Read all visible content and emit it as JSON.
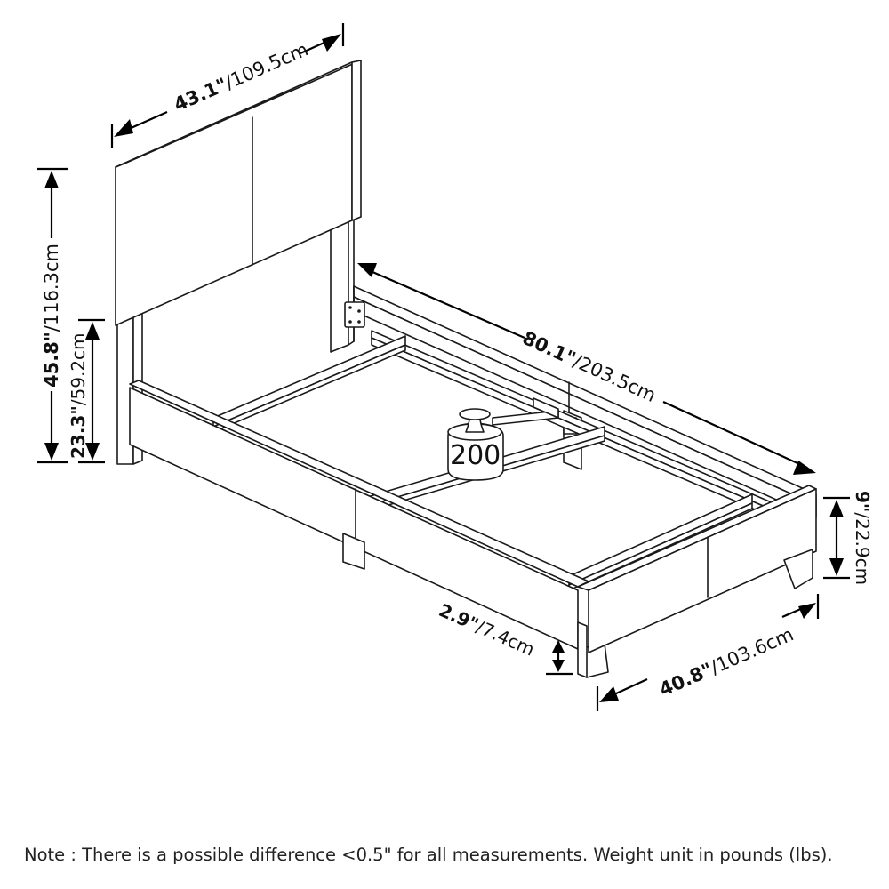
{
  "diagram": {
    "subject": "Twin platform bed frame with headboard",
    "dimensions": {
      "headboard_width": {
        "imperial": "43.1\"",
        "separator": "/",
        "metric": "109.5cm"
      },
      "total_height": {
        "imperial": "45.8\"",
        "separator": "/",
        "metric": "116.3cm"
      },
      "leg_to_headboard_height": {
        "imperial": "23.3\"",
        "separator": "/",
        "metric": "59.2cm"
      },
      "length": {
        "imperial": "80.1\"",
        "separator": "/",
        "metric": "203.5cm"
      },
      "frame_height": {
        "imperial": "9\"",
        "separator": "/",
        "metric": "22.9cm"
      },
      "ground_clearance": {
        "imperial": "2.9\"",
        "separator": "/",
        "metric": "7.4cm"
      },
      "width": {
        "imperial": "40.8\"",
        "separator": "/",
        "metric": "103.6cm"
      }
    },
    "weight_capacity": {
      "value": "200",
      "icon": "weight-icon"
    }
  },
  "note": "Note : There is a possible difference <0.5\" for all measurements. Weight unit in pounds (lbs)."
}
